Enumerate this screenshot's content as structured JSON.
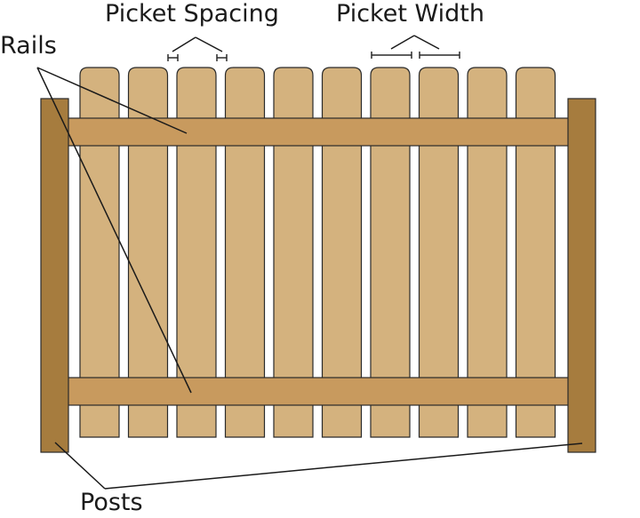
{
  "diagram": {
    "labels": {
      "picket_spacing": "Picket Spacing",
      "picket_width": "Picket Width",
      "rails": "Rails",
      "posts": "Posts"
    },
    "picket_count": 10,
    "colors": {
      "picket": "#d4b27e",
      "rail": "#c89a5e",
      "post": "#a67c3e",
      "outline": "#2a2a2a",
      "leader_line": "#1a1a1a",
      "background": "#ffffff"
    }
  }
}
